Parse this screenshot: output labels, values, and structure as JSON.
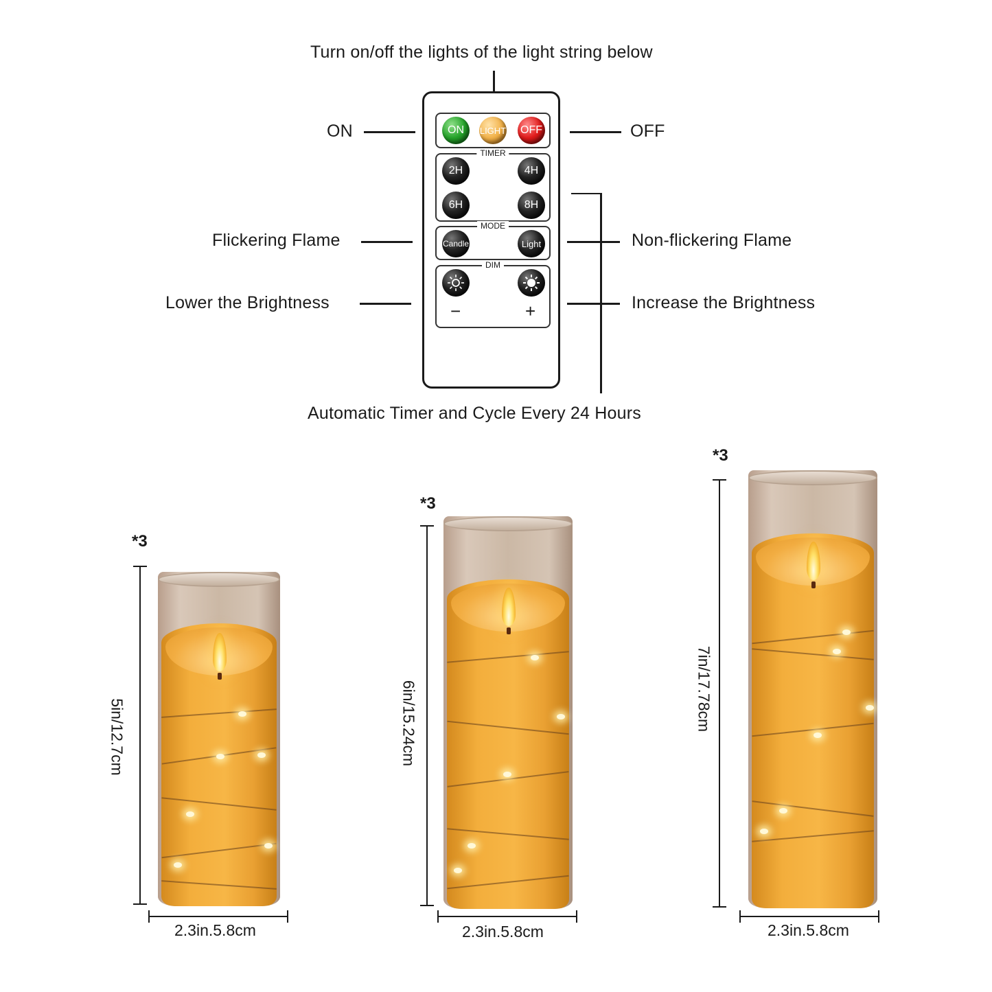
{
  "remote": {
    "top_caption": "Turn on/off the lights of the light string below",
    "bottom_caption": "Automatic Timer and Cycle Every 24 Hours",
    "callouts": {
      "on": "ON",
      "off": "OFF",
      "flicker": "Flickering Flame",
      "non_flicker": "Non-flickering Flame",
      "lower": "Lower the Brightness",
      "increase": "Increase the Brightness"
    },
    "buttons": {
      "on": "ON",
      "light": "LIGHT",
      "off": "OFF",
      "timer_label": "TIMER",
      "t2": "2H",
      "t4": "4H",
      "t6": "6H",
      "t8": "8H",
      "mode_label": "MODE",
      "candle": "Candle",
      "light_mode": "Light",
      "dim_label": "DIM",
      "minus": "−",
      "plus": "+"
    },
    "colors": {
      "on": "#25a32a",
      "light": "#f2b24a",
      "off": "#e01a1a"
    }
  },
  "candles": [
    {
      "quantity": "*3",
      "height": "5in/12.7cm",
      "width": "2.3in.5.8cm"
    },
    {
      "quantity": "*3",
      "height": "6in/15.24cm",
      "width": "2.3in.5.8cm"
    },
    {
      "quantity": "*3",
      "height": "7in/17.78cm",
      "width": "2.3in.5.8cm"
    }
  ]
}
